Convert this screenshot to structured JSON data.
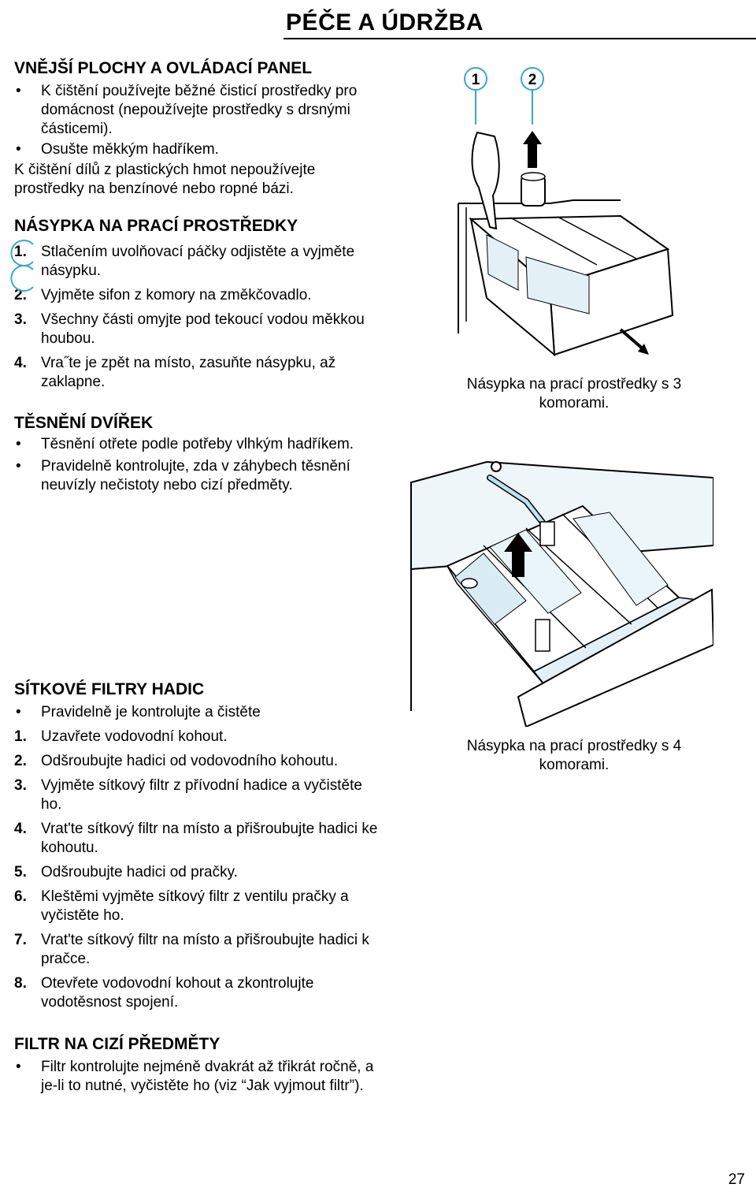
{
  "header": {
    "title": "PÉČE A ÚDRŽBA"
  },
  "sections": {
    "exterior": {
      "heading": "VNĚJŠÍ PLOCHY A OVLÁDACÍ PANEL",
      "bullet1": "K čištění používejte běžné čisticí prostředky pro domácnost (nepoužívejte prostředky s drsnými částicemi).",
      "bullet2": "Osušte měkkým hadříkem.",
      "note": "K čištění dílů z plastických hmot nepoužívejte prostředky na benzínové nebo ropné bázi."
    },
    "dispenser": {
      "heading": "NÁSYPKA NA PRACÍ PROSTŘEDKY",
      "steps": [
        {
          "num": "1.",
          "text": "Stlačením uvolňovací páčky odjistěte a vyjměte násypku."
        },
        {
          "num": "2.",
          "text": "Vyjměte sifon z komory na změkčovadlo."
        },
        {
          "num": "3.",
          "text": "Všechny části omyjte pod tekoucí vodou měkkou houbou."
        },
        {
          "num": "4.",
          "text": "Vra˝te je zpět na místo, zasuňte násypku, až zaklapne."
        }
      ]
    },
    "seal": {
      "heading": "TĚSNĚNÍ DVÍŘEK",
      "bullet1": "Těsnění otřete podle potřeby vlhkým hadříkem.",
      "bullet2": "Pravidelně kontrolujte, zda v záhybech těsnění neuvízly nečistoty nebo cizí předměty."
    },
    "filters": {
      "heading": "SÍTKOVÉ FILTRY HADIC",
      "bullet": "Pravidelně je kontrolujte a čistěte",
      "steps": [
        {
          "num": "1.",
          "text": "Uzavřete vodovodní kohout."
        },
        {
          "num": "2.",
          "text": "Odšroubujte hadici od vodovodního kohoutu."
        },
        {
          "num": "3.",
          "text": "Vyjměte sítkový filtr z přívodní hadice a vyčistěte ho."
        },
        {
          "num": "4.",
          "text": "Vrat'te sítkový filtr na místo a přišroubujte hadici ke kohoutu."
        },
        {
          "num": "5.",
          "text": "Odšroubujte hadici od pračky."
        },
        {
          "num": "6.",
          "text": "Kleštěmi vyjměte sítkový filtr z ventilu pračky a vyčistěte ho."
        },
        {
          "num": "7.",
          "text": "Vrat'te sítkový filtr na místo a přišroubujte hadici k pračce."
        },
        {
          "num": "8.",
          "text": "Otevřete vodovodní kohout a zkontrolujte vodotěsnost spojení."
        }
      ]
    },
    "foreign": {
      "heading": "FILTR NA CIZÍ PŘEDMĚTY",
      "bullet": "Filtr kontrolujte nejméně dvakrát až třikrát ročně, a je-li to nutné, vyčistěte ho (viz “Jak vyjmout filtr”)."
    }
  },
  "figures": {
    "fig1": {
      "label1": "1",
      "label2": "2",
      "caption": "Násypka na prací prostředky s 3 komorami."
    },
    "fig2": {
      "caption": "Násypka na prací prostředky s 4 komorami."
    }
  },
  "page_number": "27"
}
